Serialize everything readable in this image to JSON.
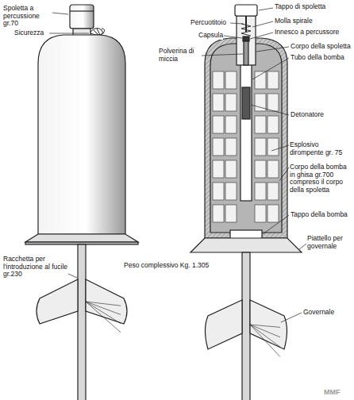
{
  "diagram": {
    "labels": [
      "Spoletta a percussione gr.70",
      "Sicurezza",
      "Tappo di spoletta",
      "Percuotitoio",
      "Molla spirale",
      "Capsula",
      "Innesco a percussore",
      "Polverina di miccia",
      "Corpo della spoletta",
      "Tubo della bomba",
      "Detonatore",
      "Esplosivo dirompente gr. 75",
      "Corpo della bomba in ghisa gr.700 compreso il corpo della spoletta",
      "Tappo della bomba",
      "Piattello per governale",
      "Racchetta per l'introduzione al fucile gr.230",
      "Peso complessivo Kg. 1.305",
      "Governale",
      "MMF"
    ]
  }
}
